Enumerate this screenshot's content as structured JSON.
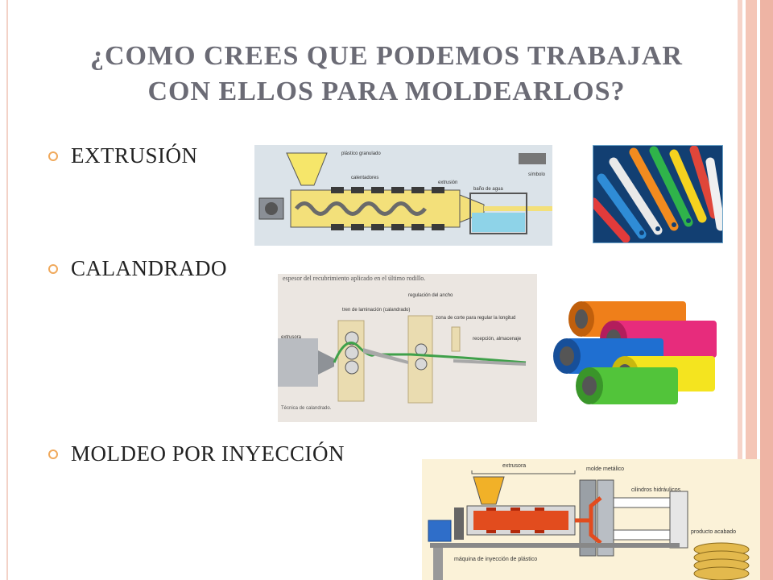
{
  "slide": {
    "title_line1": "¿COMO CREES QUE PODEMOS TRABAJAR",
    "title_line2": "CON ELLOS PARA MOLDEARLOS?"
  },
  "bullets": [
    {
      "label": "EXTRUSIÓN"
    },
    {
      "label": "CALANDRADO"
    },
    {
      "label": "MOLDEO POR INYECCIÓN"
    }
  ],
  "diagram_extrusion": {
    "labels": [
      "plástico granulado",
      "calentadores",
      "extrusión",
      "baño de agua",
      "símbolo"
    ]
  },
  "diagram_calendering": {
    "header": "espesor del recubrimiento aplicado en el último rodillo.",
    "labels": [
      "extrusora",
      "tren de laminación (calandrado)",
      "regulación del ancho",
      "zona de corte para regular la longitud",
      "recepción, almacenaje",
      "Técnica de calandrado."
    ]
  },
  "diagram_injection": {
    "labels": [
      "extrusora",
      "molde metálico",
      "cilindros hidráulicos",
      "producto acabado",
      "máquina de inyección de plástico"
    ]
  },
  "colors": {
    "title": "#6b6b75",
    "bullet": "#f0a95c",
    "border": "#eeb4a4"
  }
}
